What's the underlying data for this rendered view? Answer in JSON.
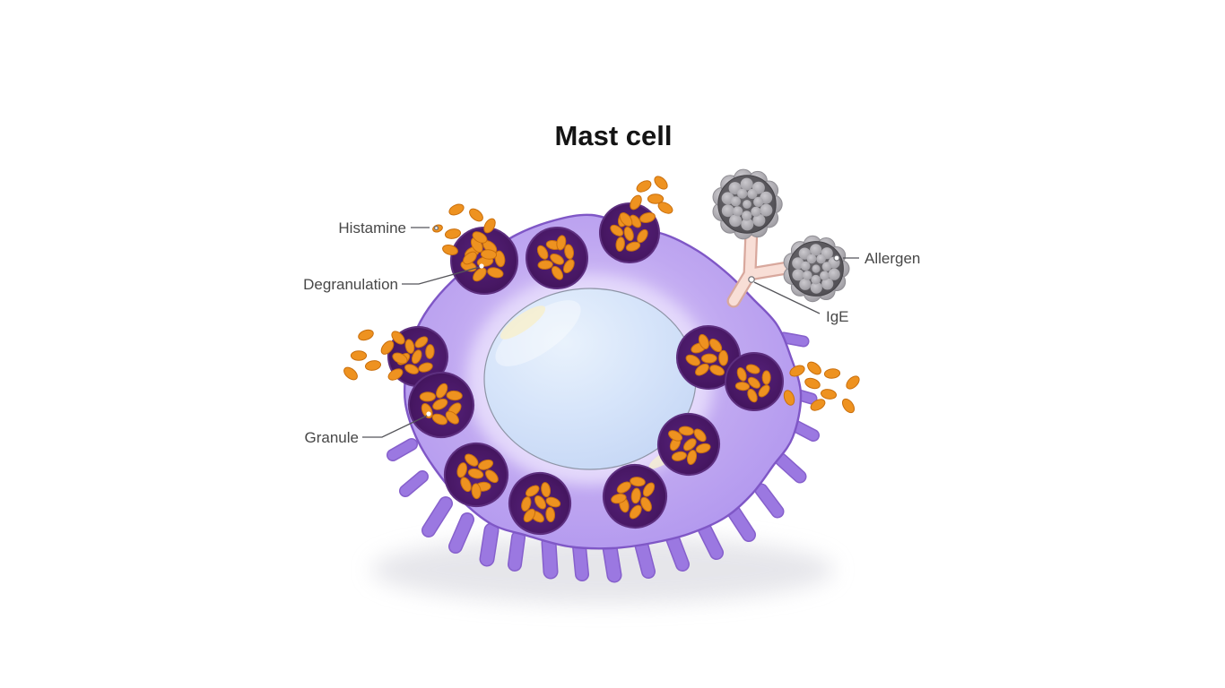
{
  "title": "Mast cell",
  "labels": {
    "histamine": "Histamine",
    "degranulation": "Degranulation",
    "granule": "Granule",
    "allergen": "Allergen",
    "ige": "IgE"
  },
  "structures": [
    "mast-cell-body",
    "nucleus",
    "granules",
    "degranulating-granule",
    "released-histamine",
    "ige-antibody",
    "allergen-particles"
  ],
  "colors": {
    "background": "#ffffff",
    "cell_body": "#bca4f1",
    "cell_outline": "#7f57c6",
    "pseudopodia": "#9b78e1",
    "nucleus": "#cfdef7",
    "nucleus_outline": "#8e95a6",
    "nucleus_halo": "#e4d9fb",
    "nucleus_highlight": "#f6f0d0",
    "granule": "#47175f",
    "histamine": "#ee9220",
    "histamine_outline": "#c96f0d",
    "allergen_dark": "#59575c",
    "allergen_light": "#b3b1b7",
    "ige_fill": "#f8ded6",
    "ige_outline": "#d8a89d",
    "label_text": "#474747",
    "title_text": "#141414"
  }
}
